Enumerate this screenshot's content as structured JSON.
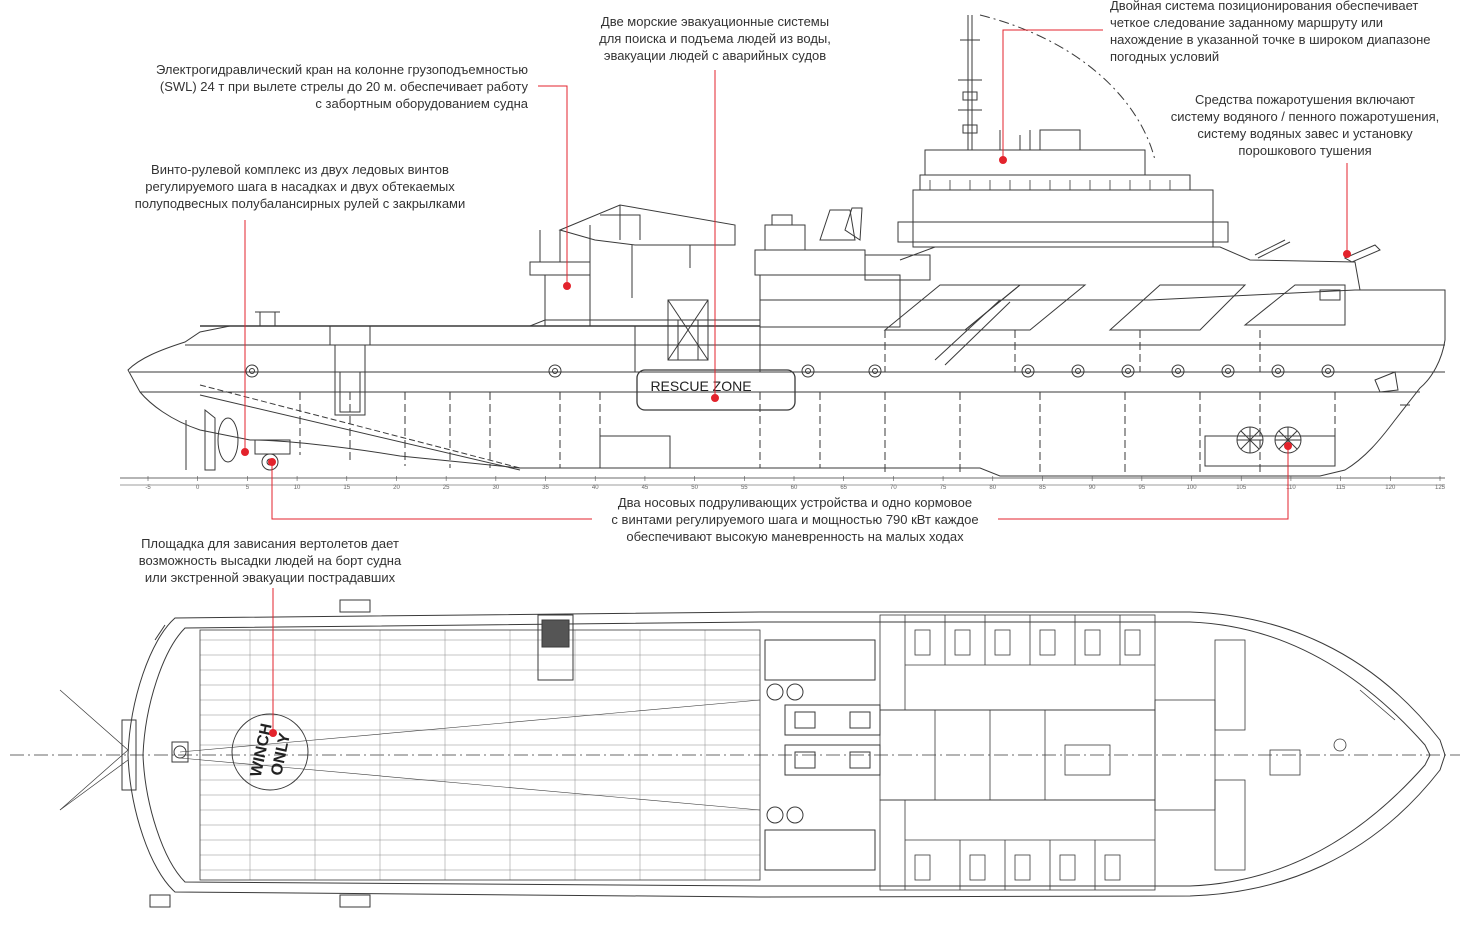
{
  "annotations": {
    "crane": {
      "lines": [
        "Электрогидравлический кран на колонне грузоподъемностью",
        "(SWL) 24 т при вылете стрелы до 20 м. обеспечивает работу",
        "с забортным оборудованием судна"
      ]
    },
    "rescue_systems": {
      "lines": [
        "Две морские эвакуационные системы",
        "для поиска и подъема людей из воды,",
        "эвакуации людей с аварийных судов"
      ]
    },
    "positioning": {
      "lines": [
        "Двойная система позиционирования обеспечивает",
        "четкое следование заданному маршруту или",
        "нахождение в указанной точке в широком диапазоне",
        "погодных условий"
      ]
    },
    "firefighting": {
      "lines": [
        "Средства пожаротушения включают",
        "систему водяного / пенного пожаротушения,",
        "систему водяных завес и установку",
        "порошкового тушения"
      ]
    },
    "propulsion": {
      "lines": [
        "Винто-рулевой комплекс из двух ледовых винтов",
        "регулируемого шага в насадках и двух обтекаемых",
        "полуподвесных полубалансирных рулей с закрылками"
      ]
    },
    "thrusters": {
      "lines": [
        "Два носовых подруливающих устройства и одно кормовое",
        "с винтами регулируемого шага и мощностью 790 кВт каждое",
        "обеспечивают высокую маневренность на малых ходах"
      ]
    },
    "helipad": {
      "lines": [
        "Площадка для зависания вертолетов дает",
        "возможность высадки людей на борт судна",
        "или экстренной эвакуации пострадавших"
      ]
    }
  },
  "drawing_labels": {
    "rescue_zone": "RESCUE ZONE",
    "winch_line1": "WINCH",
    "winch_line2": "ONLY"
  },
  "frame_scale": [
    "-5",
    "0",
    "5",
    "10",
    "15",
    "20",
    "25",
    "30",
    "35",
    "40",
    "45",
    "50",
    "55",
    "60",
    "65",
    "70",
    "75",
    "80",
    "85",
    "90",
    "95",
    "100",
    "105",
    "110",
    "115",
    "120",
    "125"
  ],
  "colors": {
    "drawing": "#3a3a3a",
    "annotation_text": "#333333",
    "leader": "#e3232c"
  }
}
